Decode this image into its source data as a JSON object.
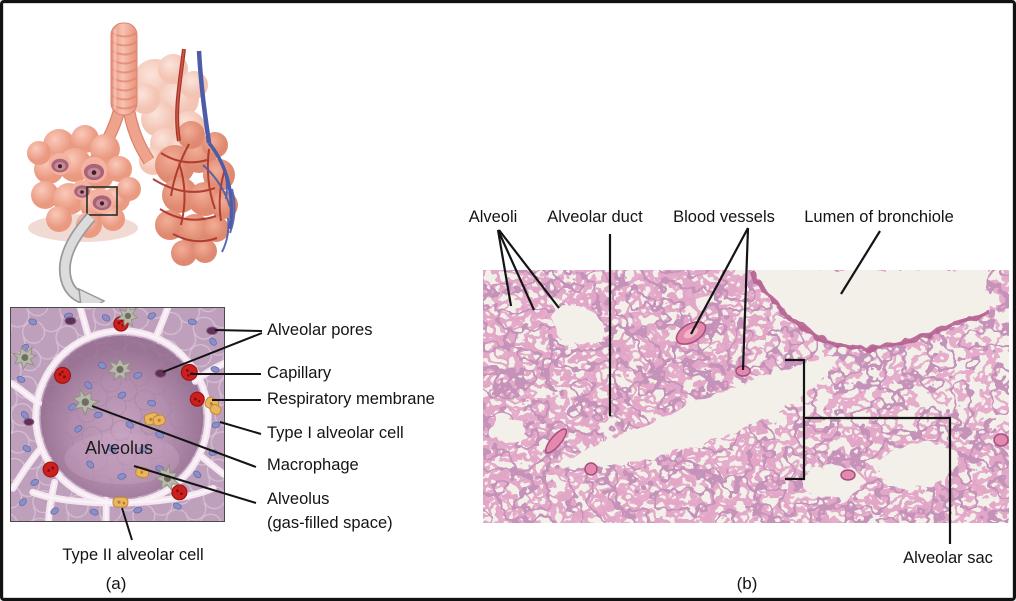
{
  "figure": {
    "panel_a": {
      "caption": "(a)",
      "inset_label": "Alveolus",
      "labels": {
        "alveolar_pores": "Alveolar pores",
        "capillary": "Capillary",
        "respiratory_membrane": "Respiratory membrane",
        "type_i": "Type I alveolar cell",
        "macrophage": "Macrophage",
        "alveolus": "Alveolus",
        "alveolus_sub": "(gas-filled space)",
        "type_ii": "Type II alveolar cell"
      }
    },
    "panel_b": {
      "caption": "(b)",
      "labels": {
        "alveoli": "Alveoli",
        "alveolar_duct": "Alveolar duct",
        "blood_vessels": "Blood vessels",
        "lumen_of_bronchiole": "Lumen of bronchiole",
        "alveolar_sac": "Alveolar sac"
      }
    },
    "colors": {
      "illustration_salmon": "#f0a58d",
      "tissue_mauve": "#bfa0bc",
      "stain_pink": "#c76b9c",
      "stain_purple": "#8f4b7e",
      "micrograph_background": "#f3f0ea",
      "red_blood_cell": "#ce1f1f",
      "label_ink": "#141414"
    }
  }
}
